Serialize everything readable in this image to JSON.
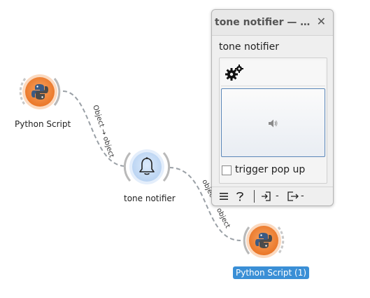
{
  "canvas": {
    "nodes": [
      {
        "id": "python-script",
        "label": "Python Script",
        "icon": "python-icon"
      },
      {
        "id": "tone-notifier",
        "label": "tone notifier",
        "icon": "bell-icon"
      },
      {
        "id": "python-script-1",
        "label": "Python Script (1)",
        "icon": "python-icon",
        "selected": true
      }
    ],
    "links": [
      {
        "label": "Object → object"
      },
      {
        "label": "object → object"
      }
    ]
  },
  "popup": {
    "title": "tone notifier — Or…",
    "heading": "tone notifier",
    "play_icon": "speaker-icon",
    "gear_icon": "gears-icon",
    "trigger_label": "trigger pop up",
    "trigger_checked": false,
    "bottombar": {
      "input_count": "-",
      "output_count": "-"
    }
  },
  "colors": {
    "python_node": "#f0873a",
    "python_ring": "#fbd9bf",
    "notifier_node": "#c7dcf5",
    "notifier_ring": "#e4eefb",
    "selected": "#3a8fd6",
    "link": "#9aa0a6"
  }
}
